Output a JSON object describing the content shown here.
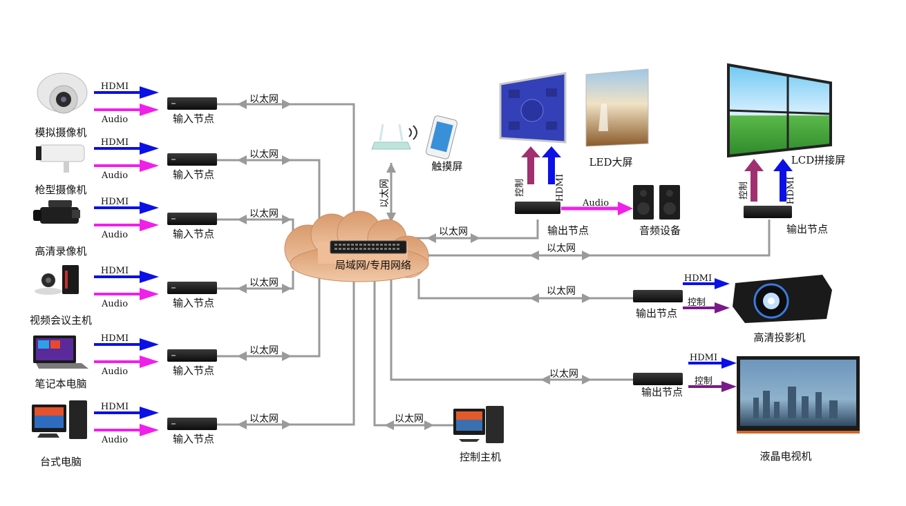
{
  "network": {
    "label": "局域网/专用网络"
  },
  "ethernet_label": "以太网",
  "signals": {
    "hdmi": "HDMI",
    "audio": "Audio",
    "control": "控制"
  },
  "colors": {
    "hdmi": "#0a10e6",
    "audio": "#f020e8",
    "control_up": "#a03070",
    "control": "#7a1a8a",
    "ethernet": "#9a9a9a",
    "cloud": "#e0aa80"
  },
  "sources": [
    {
      "name": "模拟摄像机",
      "node": "输入节点",
      "icon": "dome-camera-icon"
    },
    {
      "name": "枪型摄像机",
      "node": "输入节点",
      "icon": "bullet-camera-icon"
    },
    {
      "name": "高清录像机",
      "node": "输入节点",
      "icon": "camcorder-icon"
    },
    {
      "name": "视频会议主机",
      "node": "输入节点",
      "icon": "video-conference-icon"
    },
    {
      "name": "笔记本电脑",
      "node": "输入节点",
      "icon": "laptop-icon"
    },
    {
      "name": "台式电脑",
      "node": "输入节点",
      "icon": "desktop-pc-icon"
    }
  ],
  "touch": {
    "name": "触摸屏",
    "link": "以太网"
  },
  "control_host": {
    "name": "控制主机"
  },
  "outputs": {
    "led": {
      "name": "LED大屏",
      "node": "输出节点"
    },
    "audio_device": {
      "name": "音频设备"
    },
    "lcd_wall": {
      "name": "LCD拼接屏",
      "node": "输出节点"
    },
    "projector": {
      "name": "高清投影机",
      "node": "输出节点"
    },
    "tv": {
      "name": "液晶电视机",
      "node": "输出节点"
    }
  }
}
